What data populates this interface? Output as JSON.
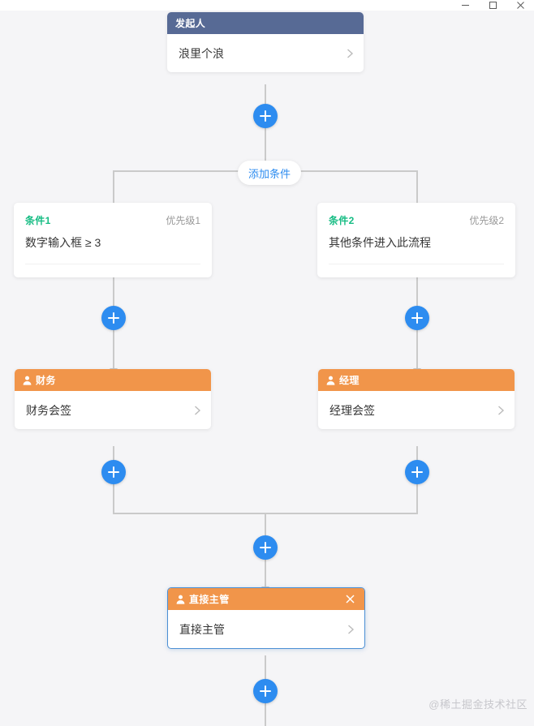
{
  "window": {
    "controls": [
      {
        "name": "minimize-button",
        "icon": "minimize-icon",
        "label": "—"
      },
      {
        "name": "maximize-button",
        "icon": "maximize-icon",
        "label": "□"
      },
      {
        "name": "close-button",
        "icon": "close-icon",
        "label": "✕"
      }
    ]
  },
  "colors": {
    "canvas_background": "#f5f5f7",
    "initiator_header": "#576a95",
    "approver_header": "#f1954a",
    "condition_label": "#15bc83",
    "accent_blue": "#2d8cf0",
    "connector_gray": "#cacaca",
    "selected_border": "#4b8fd4",
    "watermark": "#c7c7cc"
  },
  "flow": {
    "initiator": {
      "header_label": "发起人",
      "body_text": "浪里个浪",
      "chevron": "chevron-right-icon"
    },
    "add_condition_pill": {
      "label": "添加条件"
    },
    "branches": [
      {
        "condition": {
          "name": "条件1",
          "priority": "优先级1",
          "expression": "数字输入框 ≥ 3"
        },
        "approver": {
          "header_label": "财务",
          "header_icon": "user-icon",
          "body_text": "财务会签",
          "chevron": "chevron-right-icon"
        }
      },
      {
        "condition": {
          "name": "条件2",
          "priority": "优先级2",
          "expression": "其他条件进入此流程"
        },
        "approver": {
          "header_label": "经理",
          "header_icon": "user-icon",
          "body_text": "经理会签",
          "chevron": "chevron-right-icon"
        }
      }
    ],
    "final_approver": {
      "header_label": "直接主管",
      "header_icon": "user-icon",
      "close_icon": "close-icon",
      "body_text": "直接主管",
      "chevron": "chevron-right-icon",
      "selected": true
    },
    "add_buttons": [
      {
        "name": "add-node-after-initiator",
        "icon": "plus-icon"
      },
      {
        "name": "add-node-branch-left-top",
        "icon": "plus-icon"
      },
      {
        "name": "add-node-branch-right-top",
        "icon": "plus-icon"
      },
      {
        "name": "add-node-branch-left-bottom",
        "icon": "plus-icon"
      },
      {
        "name": "add-node-branch-right-bottom",
        "icon": "plus-icon"
      },
      {
        "name": "add-node-after-merge",
        "icon": "plus-icon"
      },
      {
        "name": "add-node-after-final",
        "icon": "plus-icon"
      }
    ]
  },
  "watermark": {
    "text": "@稀土掘金技术社区"
  }
}
